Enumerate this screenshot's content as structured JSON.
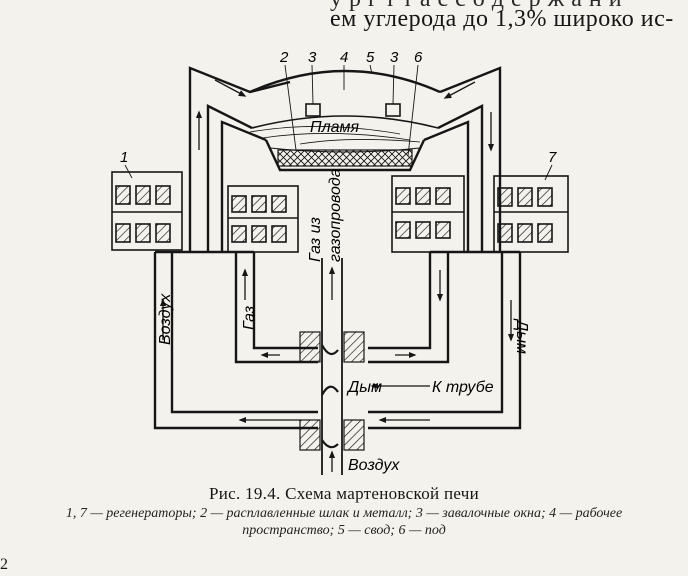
{
  "top_text": {
    "line0": "у р г   т   т   а  с  с  о  д е р ж а н и",
    "line1": "ем углерода до 1,3% широко ис-"
  },
  "labels": {
    "flame": "Пламя",
    "gas_pipeline_1": "Газ из",
    "gas_pipeline_2": "газопровода",
    "gas": "Газ",
    "air_left": "Воздух",
    "smoke_right": "Дым",
    "smoke_center": "Дым",
    "to_chimney": "К трубе",
    "air_bottom": "Воздух"
  },
  "numbers": {
    "n1": "1",
    "n2": "2",
    "n3a": "3",
    "n4": "4",
    "n5": "5",
    "n3b": "3",
    "n6": "6",
    "n7": "7"
  },
  "caption": {
    "title": "Рис. 19.4. Схема мартеновской печи",
    "text_line1": "1, 7 — регенераторы; 2 — расплавленные шлак и металл; 3 — завалочные окна; 4 — рабочее",
    "text_line2": "пространство; 5 — свод; 6 — под"
  },
  "page_number": "2",
  "colors": {
    "ink": "#161616",
    "paper": "#f4f2ec"
  }
}
